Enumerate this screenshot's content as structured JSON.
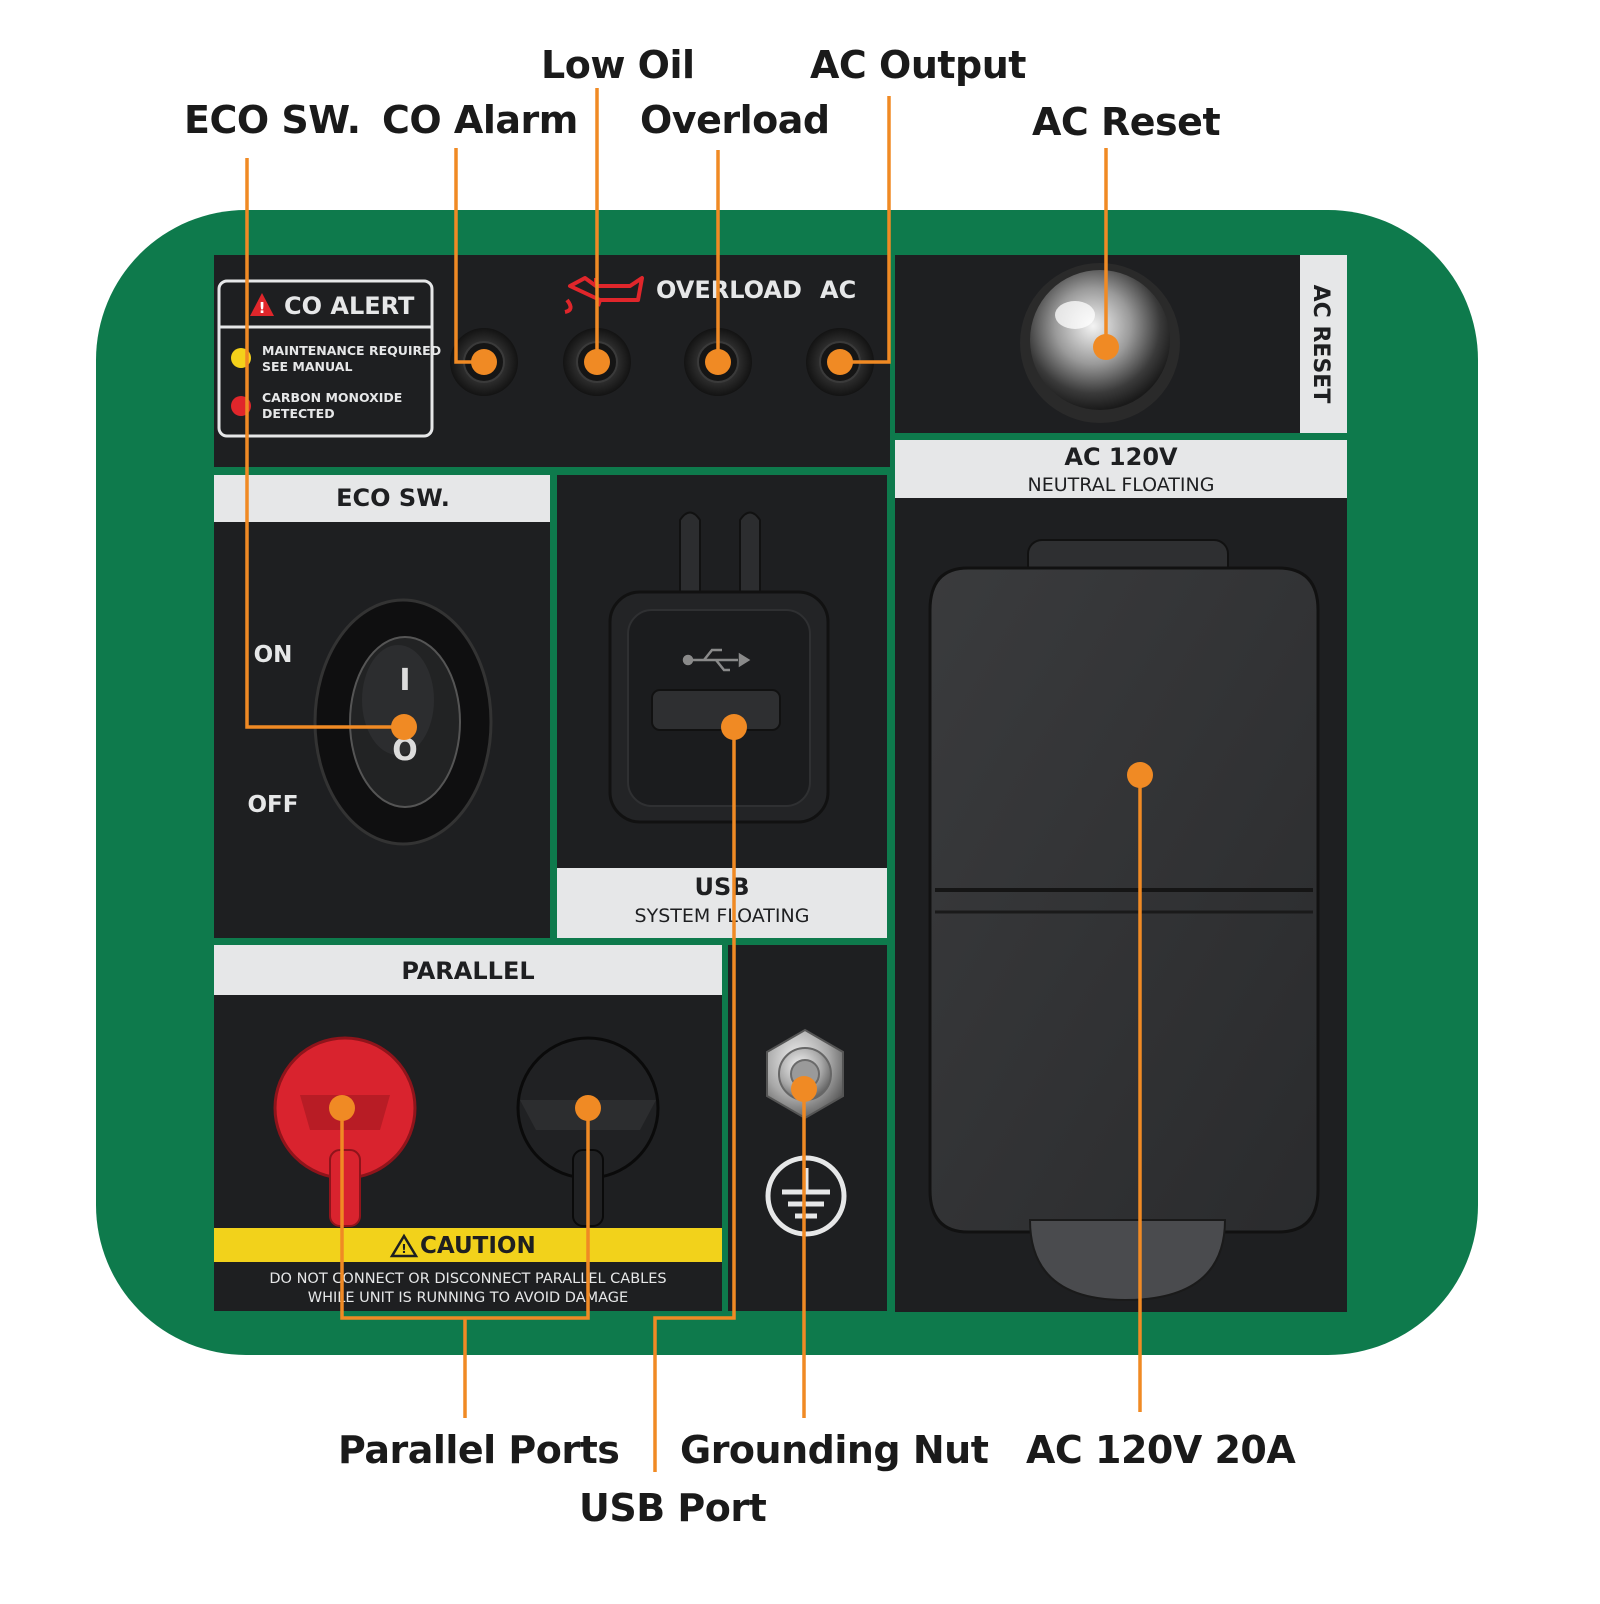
{
  "callouts": {
    "eco_sw": "ECO SW.",
    "co_alarm": "CO Alarm",
    "low_oil": "Low Oil",
    "overload": "Overload",
    "ac_output": "AC Output",
    "ac_reset": "AC Reset",
    "parallel_ports": "Parallel Ports",
    "usb_port": "USB Port",
    "grounding_nut": "Grounding Nut",
    "ac_120v_20a": "AC 120V 20A"
  },
  "panel": {
    "co_alert_title": "CO ALERT",
    "maintenance_line1": "MAINTENANCE REQUIRED",
    "maintenance_line2": "SEE MANUAL",
    "carbon_line1": "CARBON MONOXIDE",
    "carbon_line2": "DETECTED",
    "overload_label": "OVERLOAD",
    "ac_label": "AC",
    "ac_reset_label": "AC RESET",
    "ac120_title": "AC 120V",
    "ac120_sub": "NEUTRAL FLOATING",
    "eco_title": "ECO SW.",
    "on_label": "ON",
    "off_label": "OFF",
    "switch_on_symbol": "I",
    "switch_off_symbol": "O",
    "usb_title": "USB",
    "usb_sub": "SYSTEM FLOATING",
    "parallel_title": "PARALLEL",
    "caution_title": "CAUTION",
    "caution_line1": "DO NOT CONNECT OR DISCONNECT PARALLEL CABLES",
    "caution_line2": "WHILE UNIT IS RUNNING TO AVOID DAMAGE"
  },
  "colors": {
    "housing_green": "#0e7a4c",
    "panel_black": "#1e1f21",
    "label_gray": "#e6e7e8",
    "callout_orange": "#f08a24",
    "caution_yellow": "#f2d21b",
    "parallel_red": "#d9232e",
    "indicator_yellow": "#f4d11a",
    "indicator_red": "#e0262b"
  }
}
